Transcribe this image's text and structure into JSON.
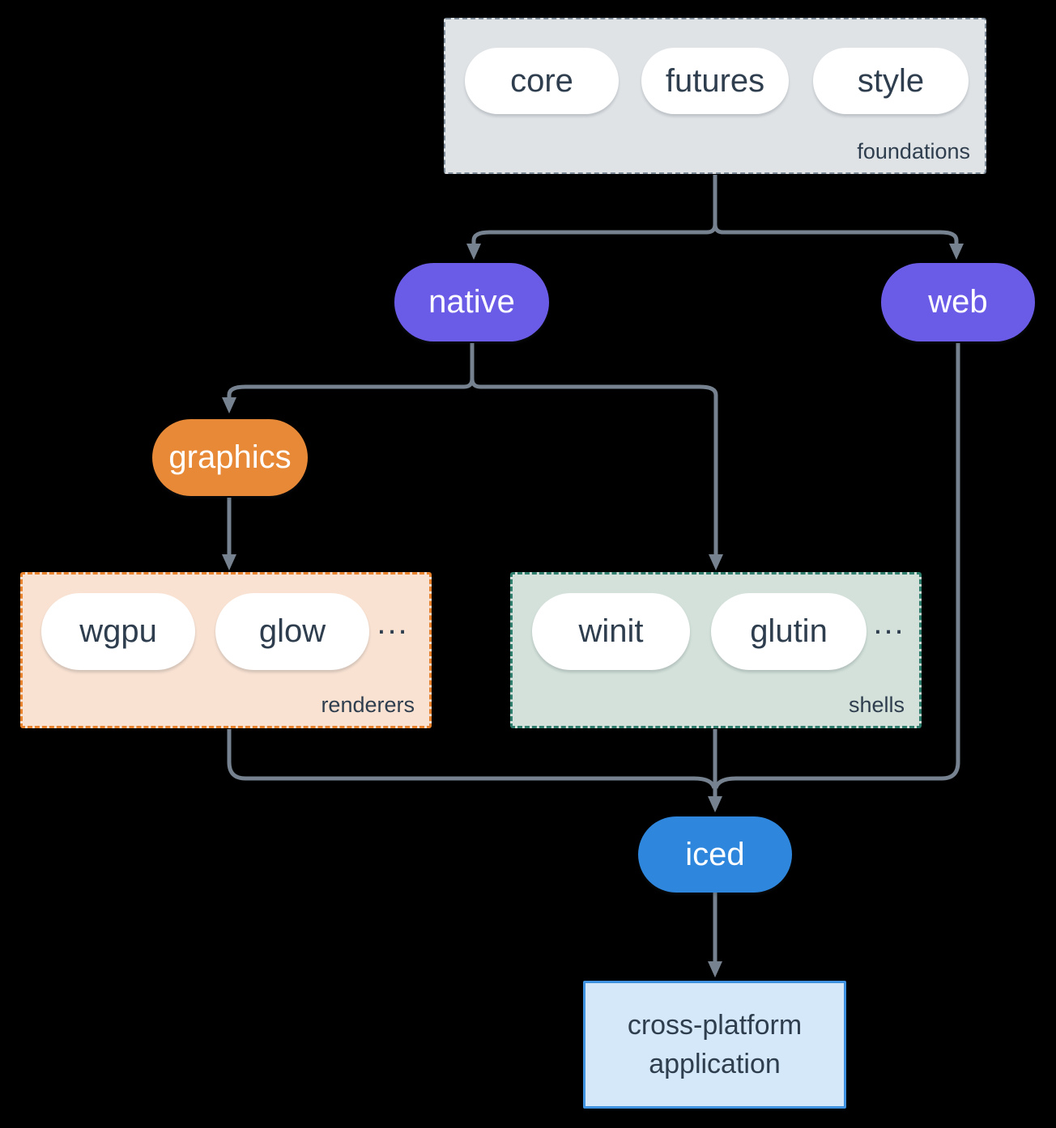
{
  "diagram": {
    "background_color": "#000000",
    "connector_color": "#76828F",
    "groups": {
      "foundations": {
        "label": "foundations",
        "fill": "#DFE3E6",
        "border_color": "#7E8C9A",
        "pills": [
          "core",
          "futures",
          "style"
        ]
      },
      "renderers": {
        "label": "renderers",
        "fill": "#F9E2D2",
        "border_color": "#E8822D",
        "pills": [
          "wgpu",
          "glow"
        ],
        "ellipsis": "..."
      },
      "shells": {
        "label": "shells",
        "fill": "#D3E1DA",
        "border_color": "#2F7D6D",
        "pills": [
          "winit",
          "glutin"
        ],
        "ellipsis": "..."
      }
    },
    "nodes": {
      "native": {
        "label": "native",
        "fill": "#6B5CE7",
        "text_color": "#FFFFFF"
      },
      "web": {
        "label": "web",
        "fill": "#6B5CE7",
        "text_color": "#FFFFFF"
      },
      "graphics": {
        "label": "graphics",
        "fill": "#E78937",
        "text_color": "#FFFFFF"
      },
      "iced": {
        "label": "iced",
        "fill": "#2F87DD",
        "text_color": "#FFFFFF"
      },
      "application": {
        "label_line1": "cross-platform",
        "label_line2": "application",
        "fill": "#D5E8F9",
        "border_color": "#3E92DF"
      }
    },
    "edges": [
      {
        "from": "foundations",
        "to": "native"
      },
      {
        "from": "foundations",
        "to": "web"
      },
      {
        "from": "native",
        "to": "graphics"
      },
      {
        "from": "native",
        "to": "shells"
      },
      {
        "from": "graphics",
        "to": "renderers"
      },
      {
        "from": "renderers",
        "to": "iced"
      },
      {
        "from": "shells",
        "to": "iced"
      },
      {
        "from": "web",
        "to": "iced"
      },
      {
        "from": "iced",
        "to": "application"
      }
    ]
  }
}
